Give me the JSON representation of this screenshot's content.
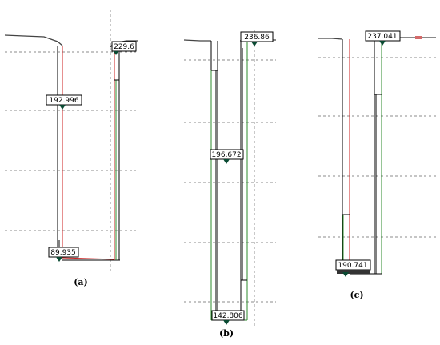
{
  "colors": {
    "red_line": "#cc2222",
    "green_line": "#2e8b2e",
    "black_line": "#000000",
    "grid": "#666666",
    "pump_red": "#d46a6a"
  },
  "panels": [
    {
      "id": "a",
      "caption": "(a)",
      "labels": [
        {
          "id": "label-top-right",
          "text": "229.6"
        },
        {
          "id": "label-mid-left",
          "text": "192.996"
        },
        {
          "id": "label-bottom-left",
          "text": "89.935"
        }
      ]
    },
    {
      "id": "b",
      "caption": "(b)",
      "labels": [
        {
          "id": "label-top-right",
          "text": "236.86"
        },
        {
          "id": "label-mid-left",
          "text": "196.672"
        },
        {
          "id": "label-bottom-left",
          "text": "142.806"
        }
      ]
    },
    {
      "id": "c",
      "caption": "(c)",
      "labels": [
        {
          "id": "label-top-right",
          "text": "237.041"
        },
        {
          "id": "label-bottom-left",
          "text": "190.741"
        }
      ]
    }
  ]
}
